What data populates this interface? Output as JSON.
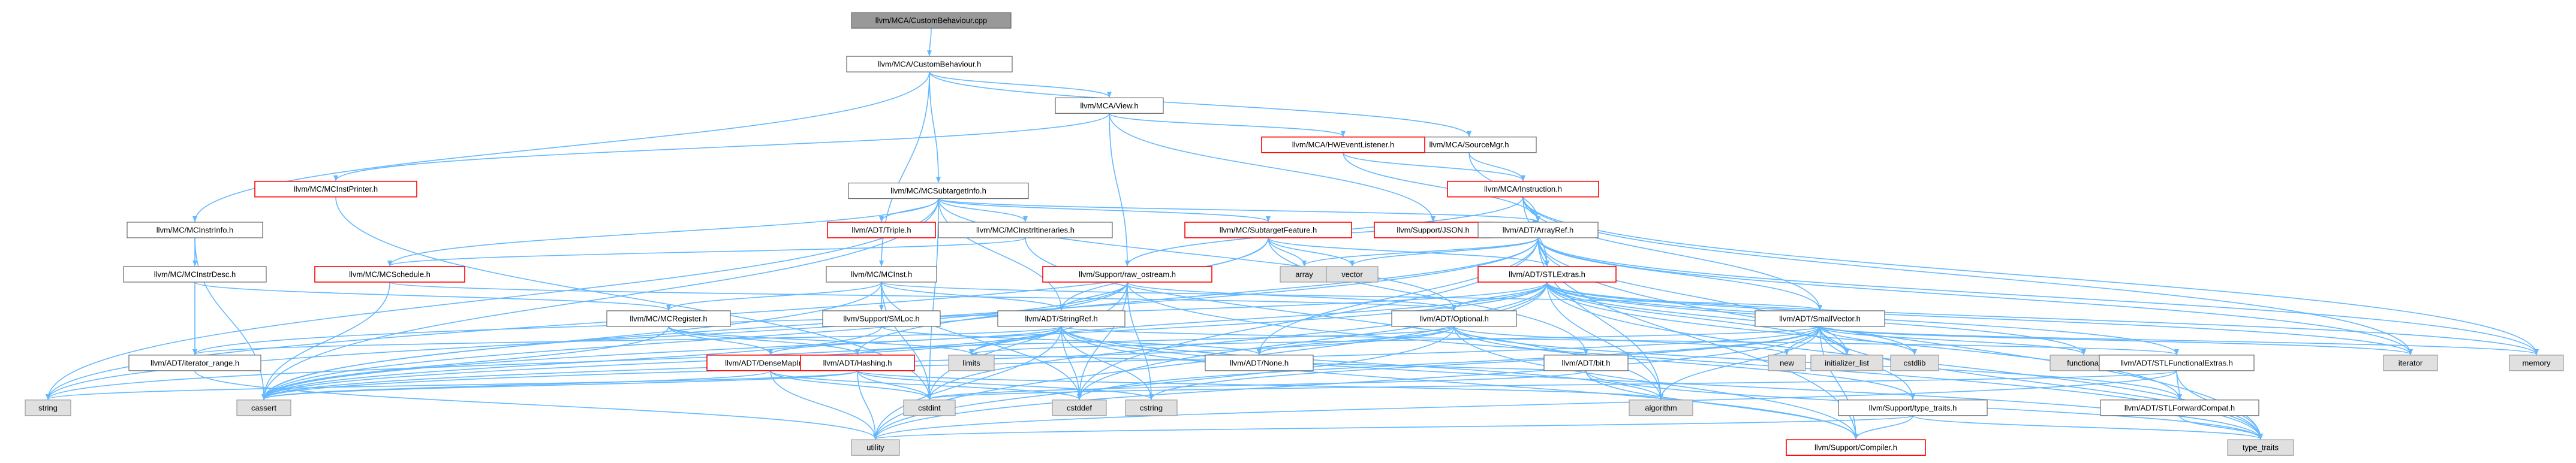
{
  "graph": {
    "edge_color": "#63b8ff",
    "node_fill_default": "#ffffff",
    "node_fill_root": "#999999",
    "node_fill_external": "#e0e0e0",
    "node_border_default": "#666666",
    "node_border_incomplete": "#ff0000",
    "nodes": [
      {
        "id": "root",
        "label": "llvm/MCA/CustomBehaviour.cpp",
        "kind": "root"
      },
      {
        "id": "cbh",
        "label": "llvm/MCA/CustomBehaviour.h",
        "kind": "normal"
      },
      {
        "id": "view",
        "label": "llvm/MCA/View.h",
        "kind": "normal"
      },
      {
        "id": "srcmgr",
        "label": "llvm/MCA/SourceMgr.h",
        "kind": "normal"
      },
      {
        "id": "hwevent",
        "label": "llvm/MCA/HWEventListener.h",
        "kind": "incomplete"
      },
      {
        "id": "mcinstrinfo",
        "label": "llvm/MC/MCInstrInfo.h",
        "kind": "normal"
      },
      {
        "id": "mcinstprinter",
        "label": "llvm/MC/MCInstPrinter.h",
        "kind": "incomplete"
      },
      {
        "id": "subtargetinfo",
        "label": "llvm/MC/MCSubtargetInfo.h",
        "kind": "normal"
      },
      {
        "id": "instruction",
        "label": "llvm/MCA/Instruction.h",
        "kind": "incomplete"
      },
      {
        "id": "mcinstrdesc",
        "label": "llvm/MC/MCInstrDesc.h",
        "kind": "normal"
      },
      {
        "id": "triple",
        "label": "llvm/ADT/Triple.h",
        "kind": "incomplete"
      },
      {
        "id": "itineraries",
        "label": "llvm/MC/MCInstrItineraries.h",
        "kind": "normal"
      },
      {
        "id": "subfeature",
        "label": "llvm/MC/SubtargetFeature.h",
        "kind": "incomplete"
      },
      {
        "id": "json",
        "label": "llvm/Support/JSON.h",
        "kind": "incomplete"
      },
      {
        "id": "arrayref",
        "label": "llvm/ADT/ArrayRef.h",
        "kind": "normal"
      },
      {
        "id": "schedule",
        "label": "llvm/MC/MCSchedule.h",
        "kind": "incomplete"
      },
      {
        "id": "mcinst",
        "label": "llvm/MC/MCInst.h",
        "kind": "normal"
      },
      {
        "id": "rawostream",
        "label": "llvm/Support/raw_ostream.h",
        "kind": "incomplete"
      },
      {
        "id": "array",
        "label": "array",
        "kind": "external"
      },
      {
        "id": "vector",
        "label": "vector",
        "kind": "external"
      },
      {
        "id": "stlextras",
        "label": "llvm/ADT/STLExtras.h",
        "kind": "incomplete"
      },
      {
        "id": "mcregister",
        "label": "llvm/MC/MCRegister.h",
        "kind": "normal"
      },
      {
        "id": "smloc",
        "label": "llvm/Support/SMLoc.h",
        "kind": "normal"
      },
      {
        "id": "stringref",
        "label": "llvm/ADT/StringRef.h",
        "kind": "normal"
      },
      {
        "id": "optional",
        "label": "llvm/ADT/Optional.h",
        "kind": "normal"
      },
      {
        "id": "smallvector",
        "label": "llvm/ADT/SmallVector.h",
        "kind": "normal"
      },
      {
        "id": "iterrange",
        "label": "llvm/ADT/iterator_range.h",
        "kind": "normal"
      },
      {
        "id": "densemapinfo",
        "label": "llvm/ADT/DenseMapInfo.h",
        "kind": "incomplete"
      },
      {
        "id": "hashing",
        "label": "llvm/ADT/Hashing.h",
        "kind": "incomplete"
      },
      {
        "id": "limits",
        "label": "limits",
        "kind": "external"
      },
      {
        "id": "none",
        "label": "llvm/ADT/None.h",
        "kind": "normal"
      },
      {
        "id": "bit",
        "label": "llvm/ADT/bit.h",
        "kind": "normal"
      },
      {
        "id": "new",
        "label": "new",
        "kind": "external"
      },
      {
        "id": "initlist",
        "label": "initializer_list",
        "kind": "external"
      },
      {
        "id": "cstdlib",
        "label": "cstdlib",
        "kind": "external"
      },
      {
        "id": "functional",
        "label": "functional",
        "kind": "external"
      },
      {
        "id": "stlfuncextras",
        "label": "llvm/ADT/STLFunctionalExtras.h",
        "kind": "normal"
      },
      {
        "id": "iterator",
        "label": "iterator",
        "kind": "external"
      },
      {
        "id": "memory",
        "label": "memory",
        "kind": "external"
      },
      {
        "id": "string",
        "label": "string",
        "kind": "external"
      },
      {
        "id": "cassert",
        "label": "cassert",
        "kind": "external"
      },
      {
        "id": "cstdint",
        "label": "cstdint",
        "kind": "external"
      },
      {
        "id": "cstddef",
        "label": "cstddef",
        "kind": "external"
      },
      {
        "id": "cstring",
        "label": "cstring",
        "kind": "external"
      },
      {
        "id": "algorithm",
        "label": "algorithm",
        "kind": "external"
      },
      {
        "id": "typetraitsllvm",
        "label": "llvm/Support/type_traits.h",
        "kind": "normal"
      },
      {
        "id": "stlforward",
        "label": "llvm/ADT/STLForwardCompat.h",
        "kind": "normal"
      },
      {
        "id": "utility",
        "label": "utility",
        "kind": "external"
      },
      {
        "id": "compiler",
        "label": "llvm/Support/Compiler.h",
        "kind": "incomplete"
      },
      {
        "id": "typetraits",
        "label": "type_traits",
        "kind": "external"
      }
    ],
    "edges": [
      [
        "root",
        "cbh"
      ],
      [
        "cbh",
        "mcinstrinfo"
      ],
      [
        "cbh",
        "mcinst"
      ],
      [
        "cbh",
        "subtargetinfo"
      ],
      [
        "cbh",
        "view"
      ],
      [
        "cbh",
        "srcmgr"
      ],
      [
        "view",
        "mcinstprinter"
      ],
      [
        "view",
        "hwevent"
      ],
      [
        "view",
        "json"
      ],
      [
        "view",
        "rawostream"
      ],
      [
        "srcmgr",
        "arrayref"
      ],
      [
        "srcmgr",
        "instruction"
      ],
      [
        "hwevent",
        "arrayref"
      ],
      [
        "hwevent",
        "instruction"
      ],
      [
        "instruction",
        "arrayref"
      ],
      [
        "instruction",
        "stlextras"
      ],
      [
        "instruction",
        "smallvector"
      ],
      [
        "instruction",
        "rawostream"
      ],
      [
        "instruction",
        "memory"
      ],
      [
        "instruction",
        "iterator"
      ],
      [
        "mcinstprinter",
        "cstdint"
      ],
      [
        "mcinstrinfo",
        "mcinstrdesc"
      ],
      [
        "mcinstrinfo",
        "cassert"
      ],
      [
        "mcinstrdesc",
        "mcregister"
      ],
      [
        "mcinstrdesc",
        "iterrange"
      ],
      [
        "subtargetinfo",
        "arrayref"
      ],
      [
        "subtargetinfo",
        "stringref"
      ],
      [
        "subtargetinfo",
        "triple"
      ],
      [
        "subtargetinfo",
        "itineraries"
      ],
      [
        "subtargetinfo",
        "schedule"
      ],
      [
        "subtargetinfo",
        "subfeature"
      ],
      [
        "subtargetinfo",
        "cassert"
      ],
      [
        "subtargetinfo",
        "cstdint"
      ],
      [
        "subtargetinfo",
        "string"
      ],
      [
        "subtargetinfo",
        "optional"
      ],
      [
        "itineraries",
        "schedule"
      ],
      [
        "itineraries",
        "algorithm"
      ],
      [
        "subfeature",
        "arrayref"
      ],
      [
        "subfeature",
        "stlextras"
      ],
      [
        "subfeature",
        "stringref"
      ],
      [
        "subfeature",
        "array"
      ],
      [
        "subfeature",
        "bit"
      ],
      [
        "subfeature",
        "string"
      ],
      [
        "subfeature",
        "vector"
      ],
      [
        "schedule",
        "optional"
      ],
      [
        "schedule",
        "cassert"
      ],
      [
        "mcinst",
        "smallvector"
      ],
      [
        "mcinst",
        "stringref"
      ],
      [
        "mcinst",
        "mcregister"
      ],
      [
        "mcinst",
        "smloc"
      ],
      [
        "mcinst",
        "cassert"
      ],
      [
        "mcinst",
        "cstddef"
      ],
      [
        "mcinst",
        "cstdint"
      ],
      [
        "arrayref",
        "hashing"
      ],
      [
        "arrayref",
        "none"
      ],
      [
        "arrayref",
        "smallvector"
      ],
      [
        "arrayref",
        "stlextras"
      ],
      [
        "arrayref",
        "compiler"
      ],
      [
        "arrayref",
        "algorithm"
      ],
      [
        "arrayref",
        "array"
      ],
      [
        "arrayref",
        "cassert"
      ],
      [
        "arrayref",
        "cstddef"
      ],
      [
        "arrayref",
        "initlist"
      ],
      [
        "arrayref",
        "iterator"
      ],
      [
        "arrayref",
        "memory"
      ],
      [
        "arrayref",
        "typetraits"
      ],
      [
        "arrayref",
        "vector"
      ],
      [
        "rawostream",
        "stringref"
      ],
      [
        "rawostream",
        "optional"
      ],
      [
        "rawostream",
        "cassert"
      ],
      [
        "rawostream",
        "cstddef"
      ],
      [
        "rawostream",
        "cstdint"
      ],
      [
        "rawostream",
        "cstring"
      ],
      [
        "rawostream",
        "string"
      ],
      [
        "rawostream",
        "typetraits"
      ],
      [
        "stlextras",
        "optional"
      ],
      [
        "stlextras",
        "stlforward"
      ],
      [
        "stlextras",
        "stlfuncextras"
      ],
      [
        "stlextras",
        "iterrange"
      ],
      [
        "stlextras",
        "utility"
      ],
      [
        "stlextras",
        "algorithm"
      ],
      [
        "stlextras",
        "cassert"
      ],
      [
        "stlextras",
        "cstddef"
      ],
      [
        "stlextras",
        "cstdint"
      ],
      [
        "stlextras",
        "cstdlib"
      ],
      [
        "stlextras",
        "functional"
      ],
      [
        "stlextras",
        "initlist"
      ],
      [
        "stlextras",
        "iterator"
      ],
      [
        "stlextras",
        "limits"
      ],
      [
        "stlextras",
        "memory"
      ],
      [
        "stlextras",
        "tuple_skip"
      ],
      [
        "stlextras",
        "typetraits"
      ],
      [
        "mcregister",
        "densemapinfo"
      ],
      [
        "mcregister",
        "hashing"
      ],
      [
        "mcregister",
        "cassert"
      ],
      [
        "mcregister",
        "limits"
      ],
      [
        "smloc",
        "none"
      ],
      [
        "smloc",
        "cassert"
      ],
      [
        "stringref",
        "densemapinfo"
      ],
      [
        "stringref",
        "stlfuncextras"
      ],
      [
        "stringref",
        "iterrange"
      ],
      [
        "stringref",
        "compiler"
      ],
      [
        "stringref",
        "algorithm"
      ],
      [
        "stringref",
        "cassert"
      ],
      [
        "stringref",
        "cstddef"
      ],
      [
        "stringref",
        "cstring"
      ],
      [
        "stringref",
        "limits"
      ],
      [
        "stringref",
        "string"
      ],
      [
        "stringref",
        "typetraits"
      ],
      [
        "stringref",
        "utility"
      ],
      [
        "optional",
        "hashing"
      ],
      [
        "optional",
        "none"
      ],
      [
        "optional",
        "stlforward"
      ],
      [
        "optional",
        "compiler"
      ],
      [
        "optional",
        "typetraitsllvm"
      ],
      [
        "optional",
        "cassert"
      ],
      [
        "optional",
        "new"
      ],
      [
        "optional",
        "utility"
      ],
      [
        "smallvector",
        "compiler"
      ],
      [
        "smallvector",
        "typetraitsllvm"
      ],
      [
        "smallvector",
        "algorithm"
      ],
      [
        "smallvector",
        "cassert"
      ],
      [
        "smallvector",
        "cstddef"
      ],
      [
        "smallvector",
        "cstdlib"
      ],
      [
        "smallvector",
        "cstring"
      ],
      [
        "smallvector",
        "functional"
      ],
      [
        "smallvector",
        "initlist"
      ],
      [
        "smallvector",
        "iterator"
      ],
      [
        "smallvector",
        "limits"
      ],
      [
        "smallvector",
        "memory"
      ],
      [
        "smallvector",
        "new"
      ],
      [
        "smallvector",
        "typetraits"
      ],
      [
        "smallvector",
        "utility"
      ],
      [
        "iterrange",
        "utility"
      ],
      [
        "densemapinfo",
        "cassert"
      ],
      [
        "densemapinfo",
        "cstddef"
      ],
      [
        "densemapinfo",
        "cstdint"
      ],
      [
        "densemapinfo",
        "utility"
      ],
      [
        "hashing",
        "cassert"
      ],
      [
        "hashing",
        "cstring"
      ],
      [
        "hashing",
        "string"
      ],
      [
        "hashing",
        "utility"
      ],
      [
        "hashing",
        "algorithm"
      ],
      [
        "hashing",
        "cstdint"
      ],
      [
        "bit",
        "compiler"
      ],
      [
        "bit",
        "cstdint"
      ],
      [
        "bit",
        "limits"
      ],
      [
        "bit",
        "typetraits"
      ],
      [
        "stlfuncextras",
        "stlforward"
      ],
      [
        "stlfuncextras",
        "cstdint"
      ],
      [
        "stlfuncextras",
        "typetraits"
      ],
      [
        "stlfuncextras",
        "utility"
      ],
      [
        "typetraitsllvm",
        "compiler"
      ],
      [
        "typetraitsllvm",
        "typetraits"
      ],
      [
        "typetraitsllvm",
        "utility"
      ],
      [
        "stlforward",
        "typetraits"
      ]
    ]
  }
}
